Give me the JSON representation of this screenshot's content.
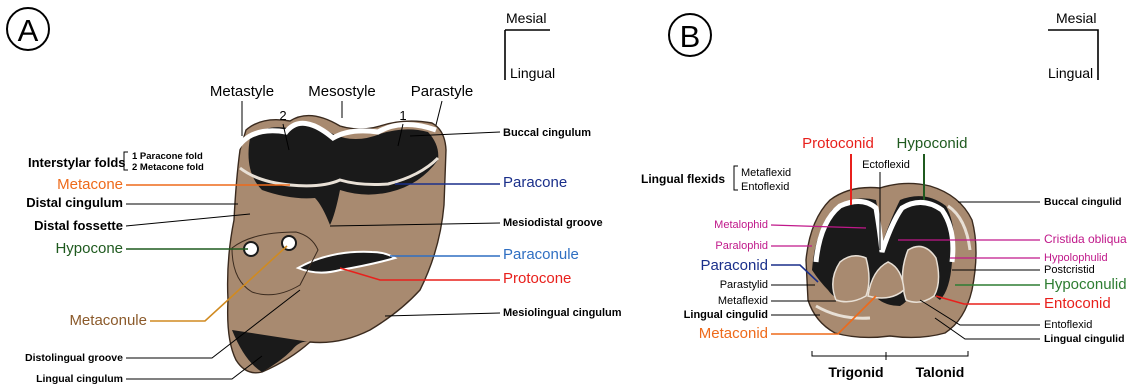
{
  "panel_a": {
    "letter": "A",
    "orientation": {
      "mesial": "Mesial",
      "lingual": "Lingual"
    },
    "top_labels": {
      "metastyle": "Metastyle",
      "mesostyle": "Mesostyle",
      "parastyle": "Parastyle",
      "num2": "2",
      "num1": "1"
    },
    "interstylar": {
      "title": "Interstylar folds",
      "item1": "1 Paracone fold",
      "item2": "2 Metacone fold"
    },
    "left_labels": {
      "metacone": "Metacone",
      "distal_cingulum": "Distal cingulum",
      "distal_fossette": "Distal fossette",
      "hypocone": "Hypocone",
      "metaconule": "Metaconule",
      "distolingual_groove": "Distolingual groove",
      "lingual_cingulum": "Lingual cingulum"
    },
    "right_labels": {
      "buccal_cingulum": "Buccal cingulum",
      "paracone": "Paracone",
      "mesiodistal_groove": "Mesiodistal groove",
      "paraconule": "Paraconule",
      "protocone": "Protocone",
      "mesiolingual_cingulum": "Mesiolingual cingulum"
    }
  },
  "panel_b": {
    "letter": "B",
    "orientation": {
      "mesial": "Mesial",
      "lingual": "Lingual"
    },
    "top_labels": {
      "protoconid": "Protoconid",
      "hypoconid": "Hypoconid",
      "ectoflexid": "Ectoflexid"
    },
    "lingual_flexids": {
      "title": "Lingual flexids",
      "item1": "Metaflexid",
      "item2": "Entoflexid"
    },
    "left_labels": {
      "metalophid": "Metalophid",
      "paralophid": "Paralophid",
      "paraconid": "Paraconid",
      "parastylid": "Parastylid",
      "metaflexid": "Metaflexid",
      "lingual_cingulid": "Lingual cingulid",
      "metaconid": "Metaconid"
    },
    "right_labels": {
      "buccal_cingulid": "Buccal cingulid",
      "cristida_obliqua": "Cristida obliqua",
      "hypolophulid": "Hypolophulid",
      "postcristid": "Postcristid",
      "hypoconulid": "Hypoconulid",
      "entoconid": "Entoconid",
      "entoflexid": "Entoflexid",
      "lingual_cingulid": "Lingual cingulid"
    },
    "bottom_labels": {
      "trigonid": "Trigonid",
      "talonid": "Talonid"
    }
  },
  "colors": {
    "red": "#e8201c",
    "blue": "#1a2f8a",
    "light_blue": "#2f6fc2",
    "green": "#1f5a1f",
    "bright_green": "#2e7d32",
    "orange": "#ee6a1a",
    "dark_orange": "#8b5a2b",
    "magenta": "#c0188a",
    "tooth_fill": "#a88a70",
    "enamel_dark": "#1a1a1a"
  }
}
